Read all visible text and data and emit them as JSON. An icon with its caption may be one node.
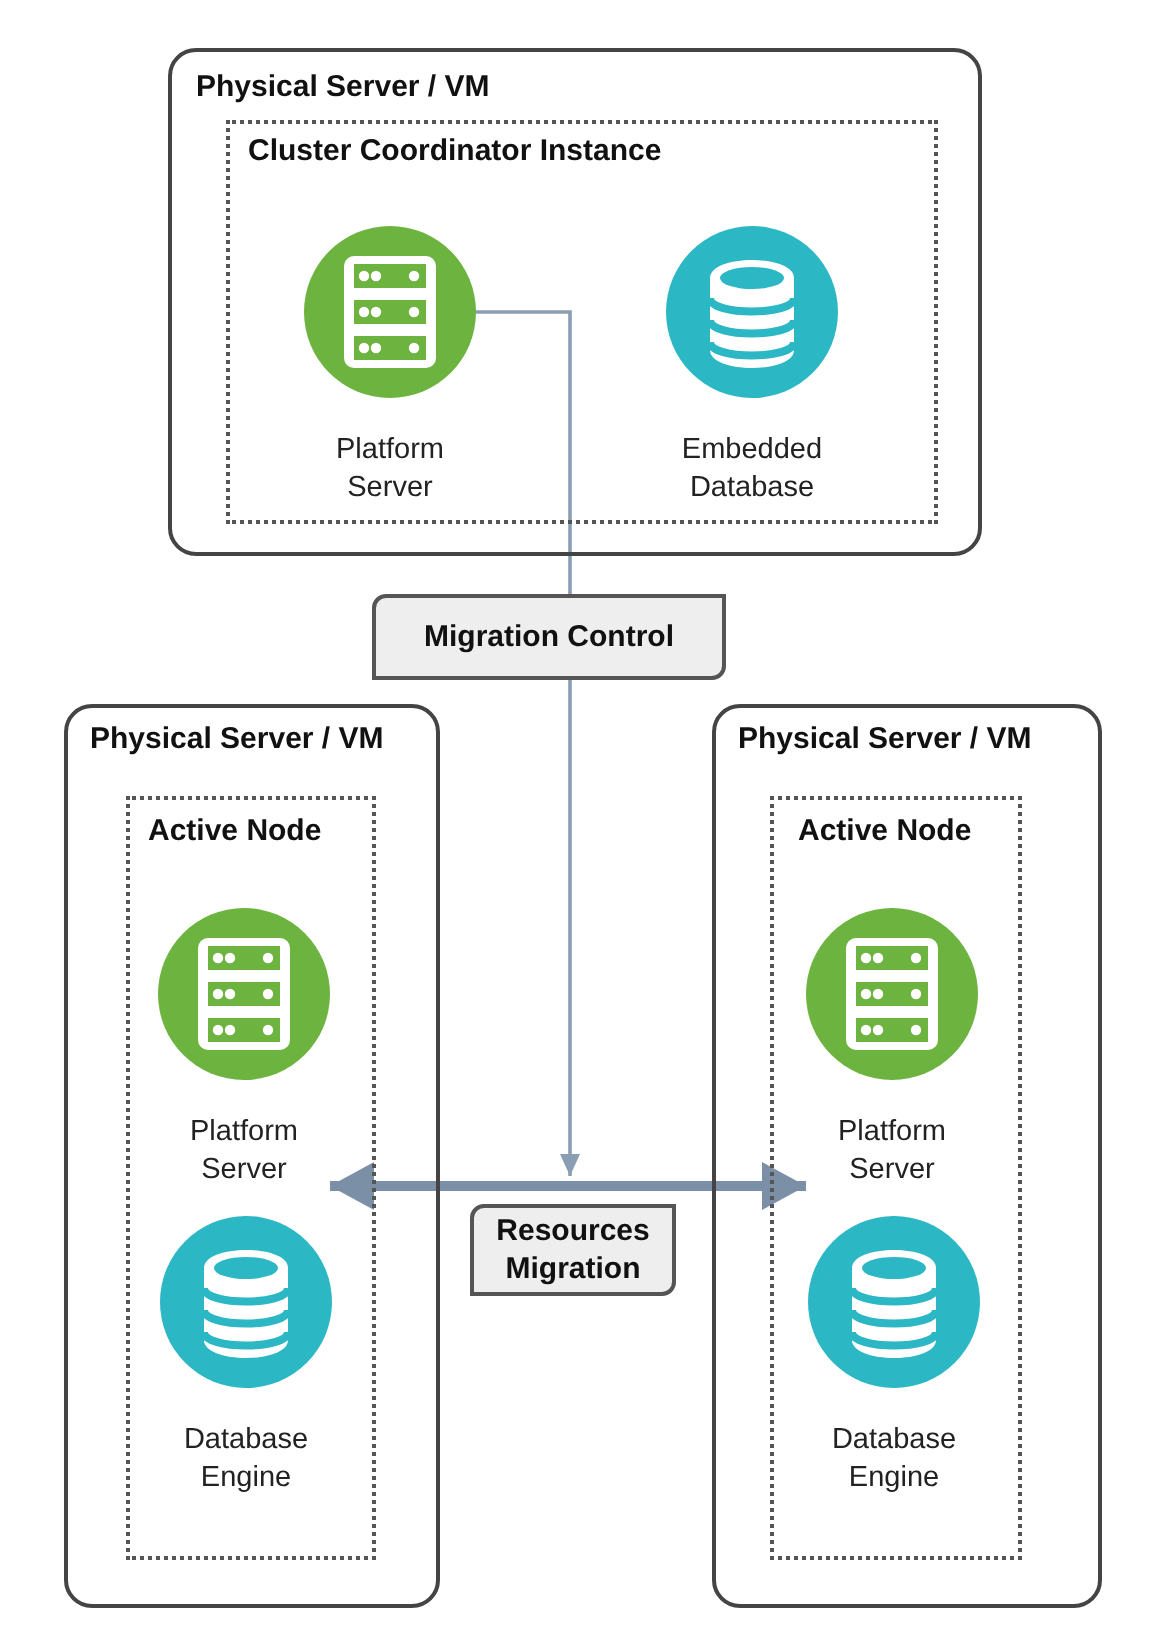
{
  "diagram": {
    "nodes": [
      {
        "text": [
          "Physical Server / VM"
        ]
      },
      {
        "text": [
          "Cluster Coordinator Instance"
        ],
        "in": 0
      },
      {
        "text": [
          "Platform Server"
        ],
        "in": 1
      },
      {
        "text": [
          "Embedded Database"
        ],
        "in": 1
      },
      {
        "text": [
          "Migration Control"
        ]
      },
      {
        "text": [
          "Physical Server / VM"
        ]
      },
      {
        "text": [
          "Active Node"
        ],
        "in": 5
      },
      {
        "text": [
          "Platform Server"
        ],
        "in": 6
      },
      {
        "text": [
          "Database Engine"
        ],
        "in": 6
      },
      {
        "text": [
          "Physical Server / VM"
        ]
      },
      {
        "text": [
          "Active Node"
        ],
        "in": 9
      },
      {
        "text": [
          "Platform Server"
        ],
        "in": 10
      },
      {
        "text": [
          "Database Engine"
        ],
        "in": 10
      },
      {
        "text": [
          "Resources Migration"
        ]
      }
    ],
    "edges": [
      {
        "from": 2,
        "to": 4,
        "arrow": "none"
      },
      {
        "from": 4,
        "to": 13,
        "arrow": "to"
      },
      {
        "from": 6,
        "to": 10,
        "arrow": "both",
        "style": "thick"
      }
    ]
  }
}
